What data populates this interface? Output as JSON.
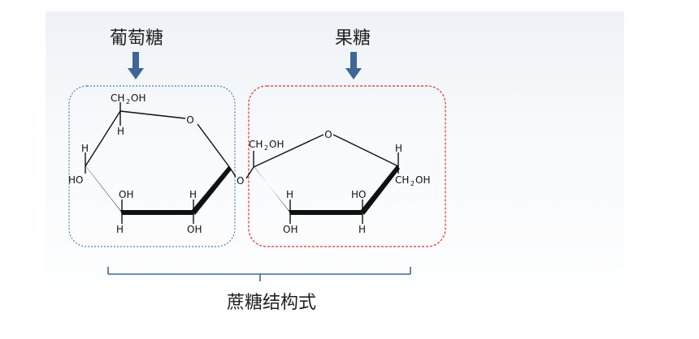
{
  "labels": {
    "glucose": "葡萄糖",
    "fructose": "果糖",
    "caption": "蔗糖结构式"
  },
  "atoms": {
    "ring_oxygen": "O",
    "bridge_oxygen": "O",
    "hydroxyl": "OH",
    "hydroxyl_left": "HO",
    "hydrogen": "H",
    "ch2oh_prefix": "CH",
    "ch2oh_sub": "2",
    "ch2oh_suffix": "OH"
  },
  "colors": {
    "arrow": "#3e6697",
    "glucose_box": "#4a7fc1",
    "fructose_box": "#e0312d",
    "bracket": "#3e6697",
    "bond": "#111111"
  }
}
